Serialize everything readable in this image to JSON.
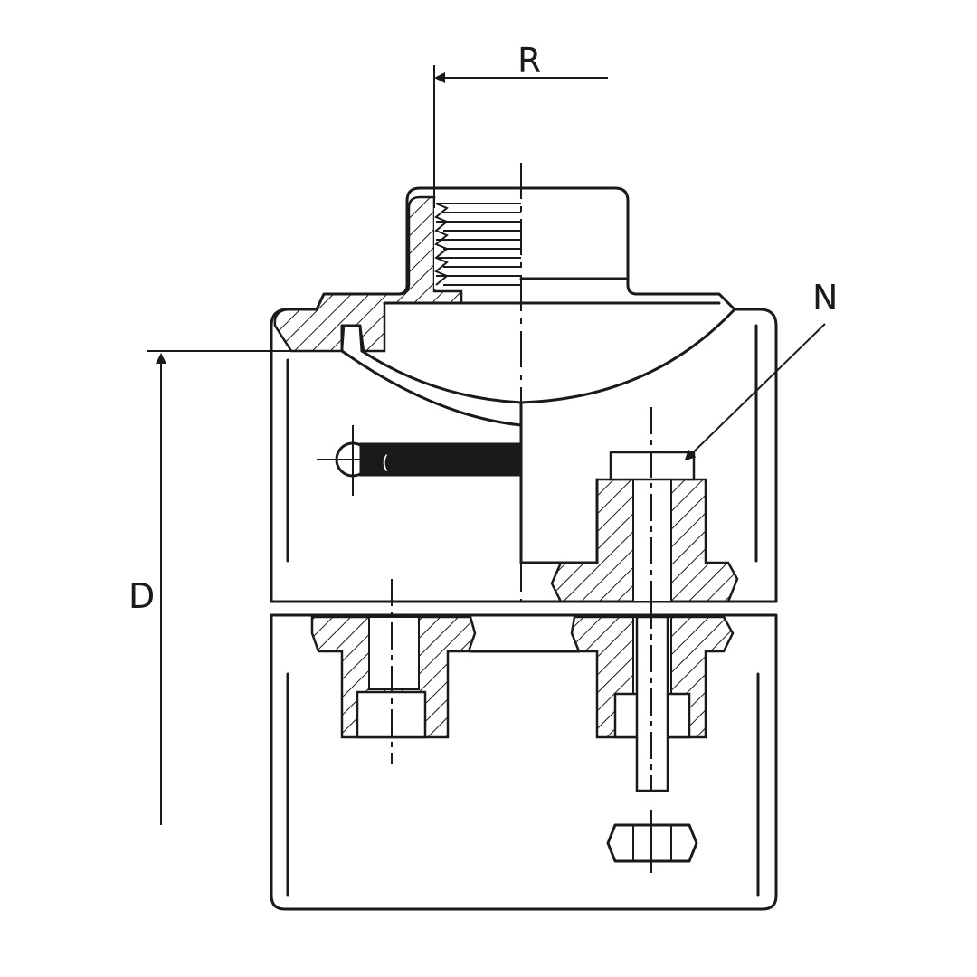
{
  "labels": {
    "r": "R",
    "n": "N",
    "d": "D"
  },
  "colors": {
    "line": "#1a1a1a",
    "background": "#ffffff"
  }
}
